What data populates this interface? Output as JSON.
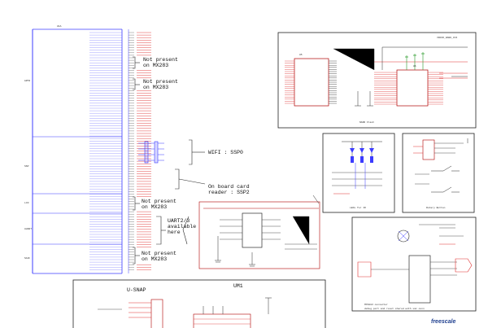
{
  "theme": {
    "line": "#2a2a2a",
    "blue": "#3c3cff",
    "red": "#e03030",
    "dark_red": "#b00000",
    "green": "#2a9a2a",
    "box": "#222222"
  },
  "notes": {
    "not_present_1": "Not present\non MX283",
    "not_present_2": "Not present\non MX283",
    "wifi": "WIFI : SSP0",
    "onboard_card": "On board card\nreader : SSP2",
    "not_present_3": "Not present\non MX283",
    "uart": "UART2/3\navailable\nhere",
    "not_present_4": "Not present\non MX283",
    "u_snap": "U-SNAP",
    "um1": "UM1"
  },
  "blocks": {
    "nand_flash": "NAND Flash",
    "leds": "LEDs for IO",
    "rotary": "Rotary Button",
    "debug_connector": "MXS283 connector",
    "debug_sub": "debug port and reset shared with smc conn",
    "logo": "freescale"
  },
  "labels": {
    "u1a": "U1A",
    "u5": "U5",
    "u6": "U6",
    "top_net": "VDDIO_NAND_3V3"
  }
}
